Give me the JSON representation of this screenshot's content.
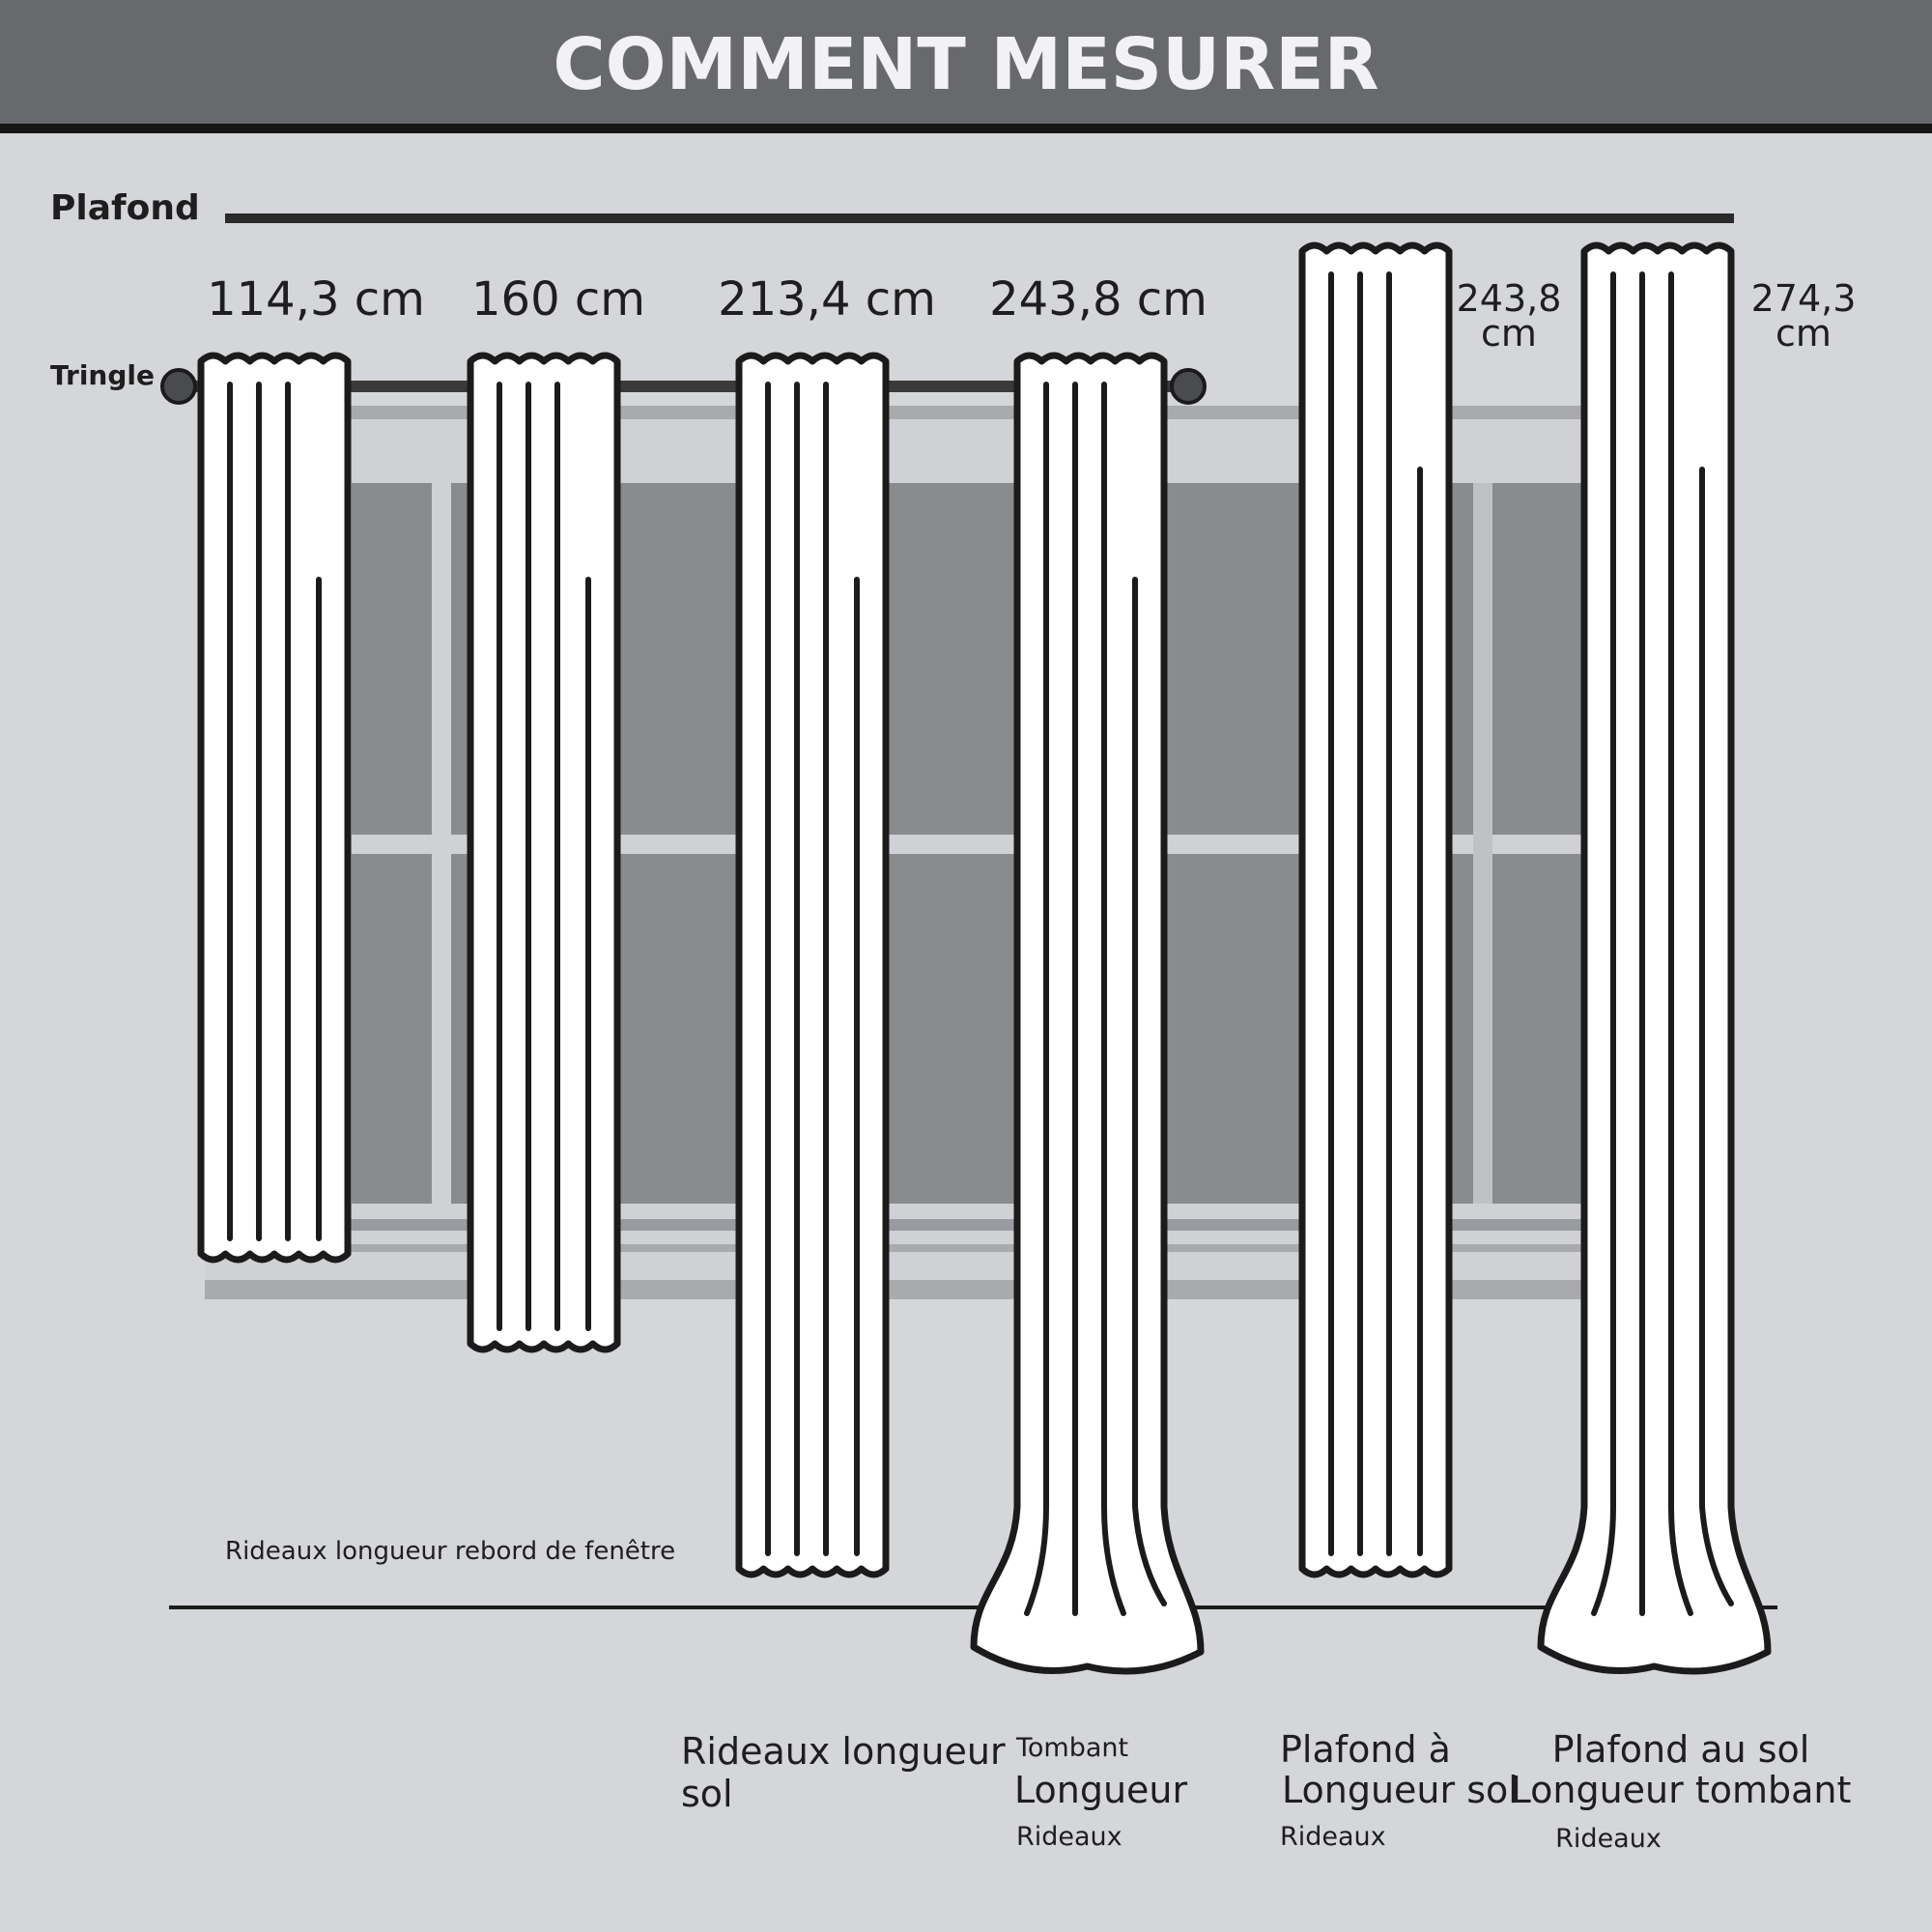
{
  "header": {
    "title": "COMMENT MESURER"
  },
  "labels": {
    "ceiling": "Plafond",
    "rod": "Tringle",
    "sill_length": "Rideaux longueur rebord de fenêtre"
  },
  "curtains": [
    {
      "id": "c1",
      "measure": "114,3 cm"
    },
    {
      "id": "c2",
      "measure": "160 cm"
    },
    {
      "id": "c3",
      "measure": "213,4 cm"
    },
    {
      "id": "c4",
      "measure": "243,8 cm"
    },
    {
      "id": "c5",
      "measure_line1": "243,8",
      "measure_line2": "cm"
    },
    {
      "id": "c6",
      "measure_line1": "274,3",
      "measure_line2": "cm"
    }
  ],
  "captions": {
    "floor": {
      "line1": "Rideaux longueur",
      "line2": "sol"
    },
    "puddle": {
      "line1": "Tombant",
      "line2": "Longueur",
      "line3": "Rideaux"
    },
    "ceiling_floor": {
      "line1": "Plafond à",
      "line2": "Longueur sol",
      "line3": "Rideaux"
    },
    "ceiling_puddle": {
      "line1": "Plafond au sol",
      "line2": "Longueur tombant",
      "line3": "Rideaux"
    }
  },
  "colors": {
    "background": "#d5d6da",
    "header": "#68696d",
    "header_text": "#f2f2f6",
    "window_glass": "#8a8b8f",
    "window_frame": "#c8c9cd",
    "outline": "#1b1b1b",
    "fabric": "#ffffff"
  }
}
